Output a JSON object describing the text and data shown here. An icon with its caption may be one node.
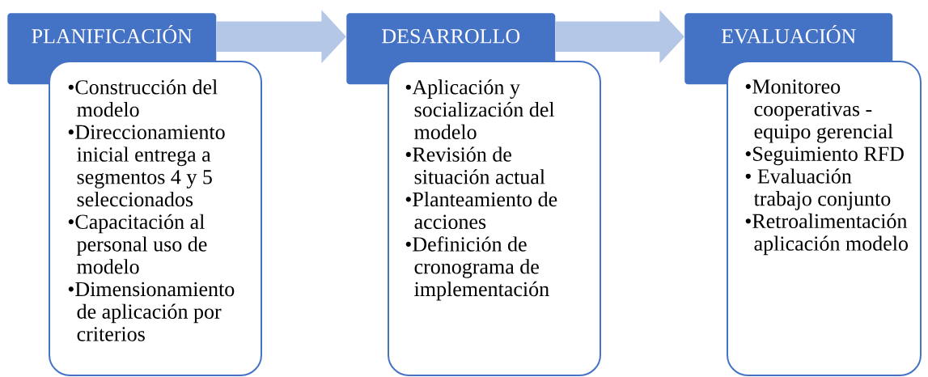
{
  "diagram": {
    "nodes": [
      {
        "text": [
          "PLANIFICACIÓN"
        ]
      },
      {
        "text": [
          "•Construcción del modelo",
          "•Direccionamiento inicial entrega a segmentos 4 y 5 seleccionados",
          "•Capacitación al personal uso de modelo",
          "•Dimensionamiento de aplicación por criterios"
        ]
      },
      {
        "text": [
          "DESARROLLO"
        ]
      },
      {
        "text": [
          "•Aplicación y socialización del modelo",
          "•Revisión de situación actual",
          "•Planteamiento de acciones",
          "•Definición de cronograma de implementación"
        ]
      },
      {
        "text": [
          "EVALUACIÓN"
        ]
      },
      {
        "text": [
          "•Monitoreo cooperativas - equipo gerencial",
          "•Seguimiento RFD",
          "• Evaluación trabajo conjunto",
          "•Retroalimentación aplicación modelo"
        ]
      }
    ],
    "edges": [
      {
        "from": 0,
        "to": 2,
        "arrow": "to",
        "color": "#b4c7e7"
      },
      {
        "from": 2,
        "to": 4,
        "arrow": "to",
        "color": "#b4c7e7"
      }
    ]
  }
}
